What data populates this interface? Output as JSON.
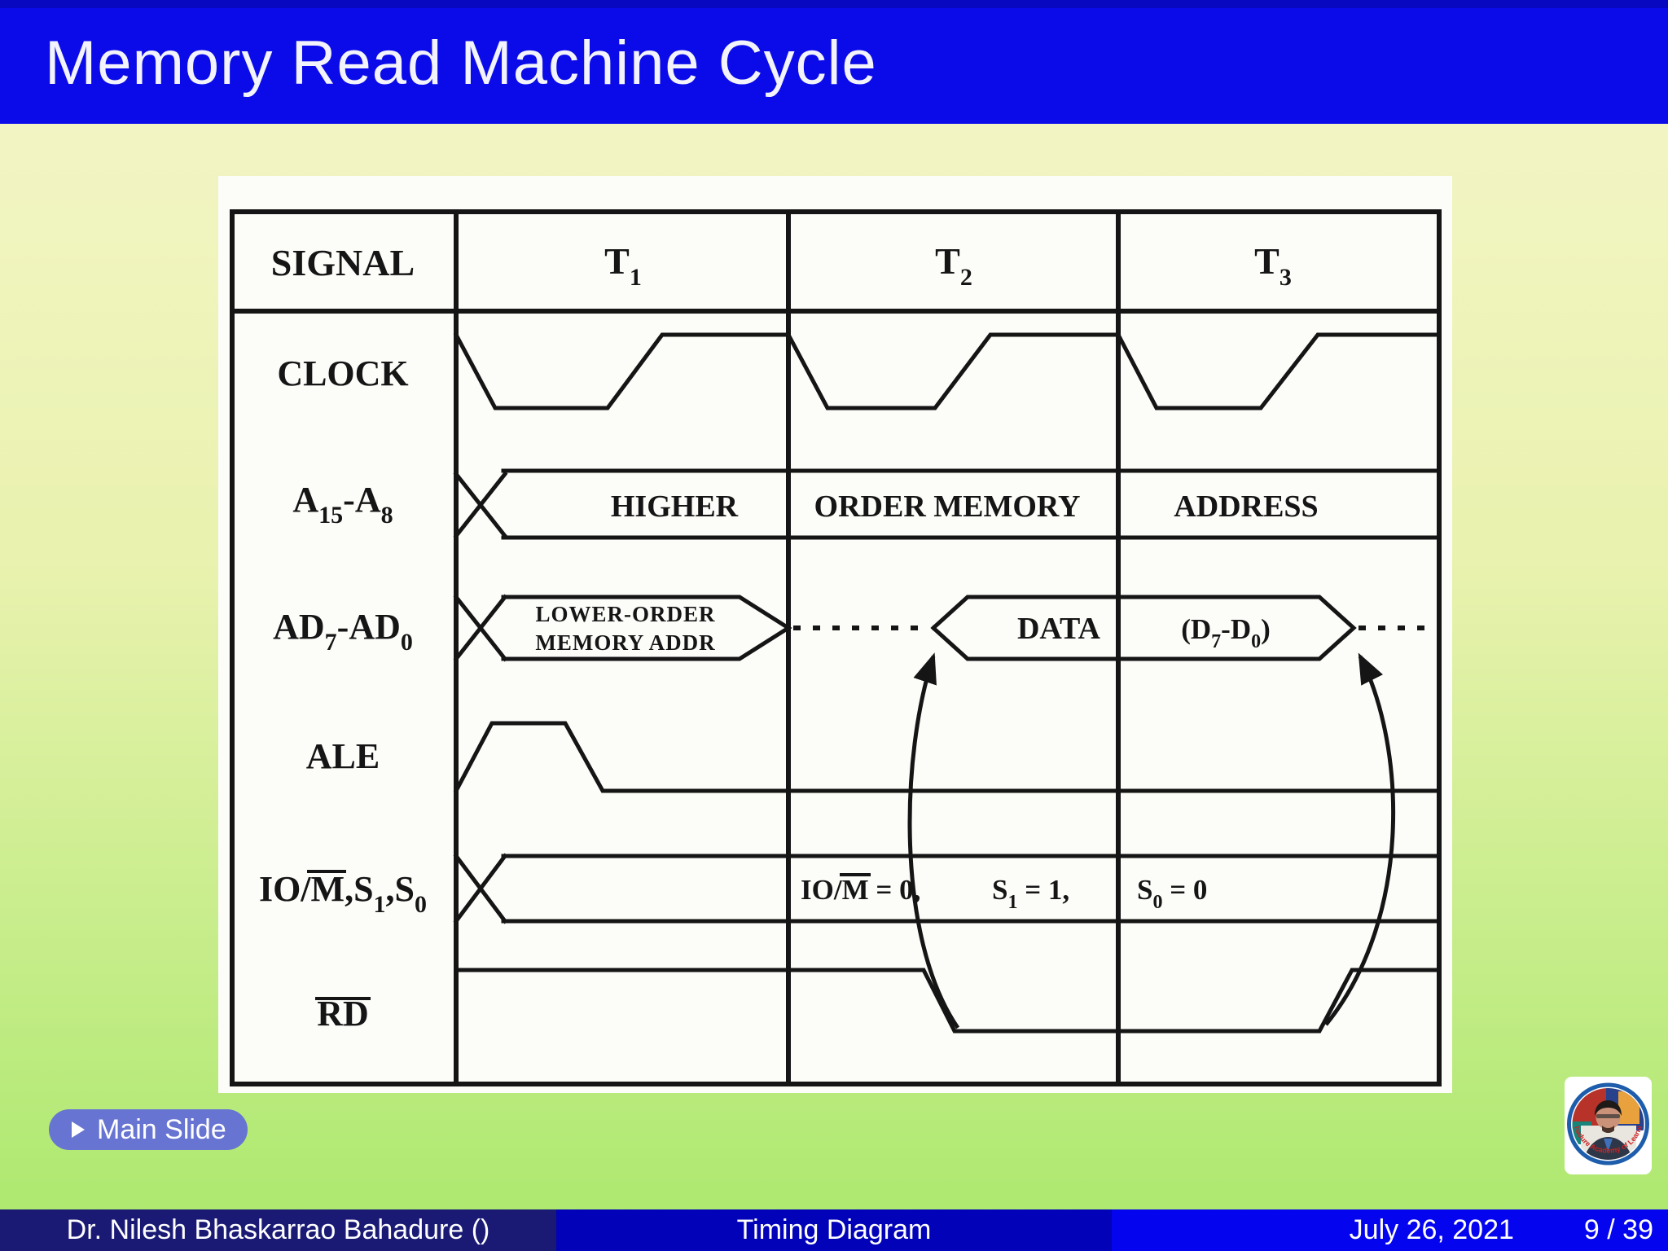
{
  "slide": {
    "title": "Memory Read Machine Cycle",
    "nav_button": {
      "label": "Main Slide"
    },
    "footer": {
      "author": "Dr. Nilesh Bhaskarrao Bahadure ()",
      "section": "Timing Diagram",
      "date": "July 26, 2021",
      "page": "9 / 39"
    },
    "logo": {
      "arc_text": "Bahadure Academy of Learning"
    },
    "colors": {
      "header_blue": "#0b0bea",
      "header_strip": "#0808c0",
      "footer_left": "#1a1a75",
      "footer_mid": "#0202b8",
      "footer_right": "#0404ef",
      "button_blue": "#6774d2",
      "bg_top": "#f5f5c9",
      "bg_bottom": "#aae86c",
      "logo_ring": "#1d5dab",
      "logo_text_red": "#cc2222",
      "ink": "#151515"
    }
  },
  "diagram": {
    "col_headers": {
      "signal": "SIGNAL",
      "t1": [
        "T",
        "1"
      ],
      "t2": [
        "T",
        "2"
      ],
      "t3": [
        "T",
        "3"
      ]
    },
    "signal_labels": {
      "clock": "CLOCK",
      "a_bus": [
        "A",
        "15",
        "-A",
        "8"
      ],
      "ad_bus": [
        "AD",
        "7",
        "-AD",
        "0"
      ],
      "ale": "ALE",
      "iom": [
        "IO/",
        "M",
        ",S",
        "1",
        ",S",
        "0"
      ],
      "rd": "RD"
    },
    "bus_annotations": {
      "higher": "HIGHER",
      "order_memory": "ORDER MEMORY",
      "address": "ADDRESS",
      "lower_order_line1": "LOWER-ORDER",
      "lower_order_line2": "MEMORY ADDR",
      "data": "DATA",
      "d7_d0": [
        "(D",
        "7",
        "-D",
        "0",
        ")"
      ]
    },
    "status_values": {
      "iom_eq": [
        "IO/",
        "M",
        " = 0,"
      ],
      "s1_eq": [
        "S",
        "1",
        " = 1,"
      ],
      "s0_eq": [
        "S",
        "0",
        " = 0"
      ]
    }
  }
}
